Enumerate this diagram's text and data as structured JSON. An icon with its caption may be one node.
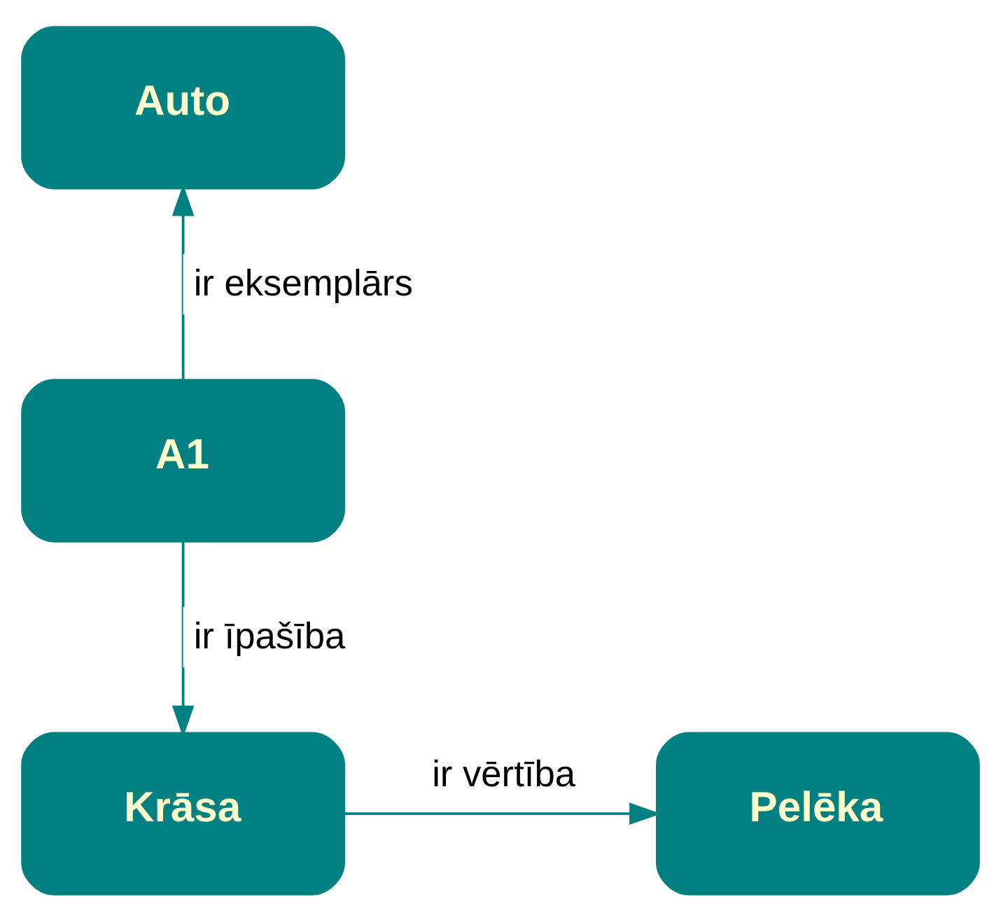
{
  "diagram": {
    "nodes": [
      {
        "text": [
          "Auto"
        ]
      },
      {
        "text": [
          "A1"
        ]
      },
      {
        "text": [
          "Krāsa"
        ]
      },
      {
        "text": [
          "Pelēka"
        ]
      }
    ],
    "edges": [
      {
        "from": 1,
        "to": 0,
        "arrow": "to",
        "label": "ir eksemplārs"
      },
      {
        "from": 1,
        "to": 2,
        "arrow": "to",
        "label": "ir īpašība"
      },
      {
        "from": 2,
        "to": 3,
        "arrow": "to",
        "label": "ir vērtība"
      }
    ]
  }
}
